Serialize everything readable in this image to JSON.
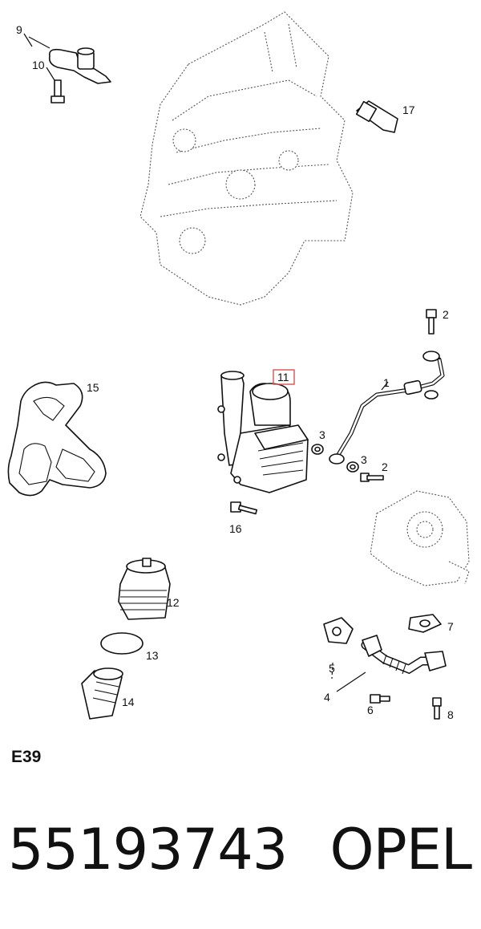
{
  "diagram": {
    "callouts": {
      "c1": "1",
      "c2a": "2",
      "c2b": "2",
      "c3a": "3",
      "c3b": "3",
      "c4": "4",
      "c5": "5",
      "c6": "6",
      "c7": "7",
      "c8": "8",
      "c9": "9",
      "c10": "10",
      "c11": "11",
      "c12": "12",
      "c13": "13",
      "c14": "14",
      "c15": "15",
      "c16": "16",
      "c17": "17"
    },
    "highlight_color": "#d9534f"
  },
  "section_code": "E39",
  "part_number": "55193743",
  "brand": "OPEL"
}
